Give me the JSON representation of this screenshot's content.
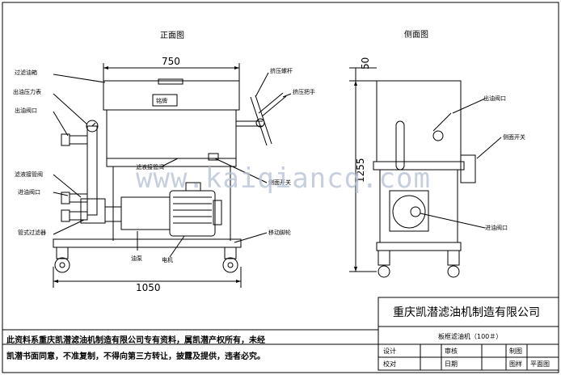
{
  "views": {
    "front_title": "正面图",
    "side_title": "侧面图"
  },
  "dimensions": {
    "width_top": "750",
    "width_bottom": "1050",
    "side_top": "50",
    "side_height": "1255"
  },
  "front_labels": {
    "filter_press": "过滤油箱",
    "oil_pressure_gauge": "出油压力表",
    "oil_outlet_valve": "出油阀口",
    "oil_return_pipe": "滤液接管阀",
    "oil_inlet_valve": "进油阀口",
    "pipe_filter": "管式过滤器",
    "press_screw": "挤压螺杆",
    "press_handle": "挤压把手",
    "drain_tray": "滤液接管阀",
    "side_switch": "侧面开关",
    "pump": "油泵",
    "motor": "电机",
    "caster": "移动脚轮",
    "nameplate": "铭牌"
  },
  "side_labels": {
    "oil_outlet": "出油阀口",
    "side_switch": "侧面开关",
    "oil_inlet": "进油阀口"
  },
  "watermark": "www.kaiqiancq.com",
  "title_block": {
    "company": "重庆凯潜滤油机制造有限公司",
    "product": "板框滤油机（100＃）",
    "design": "设计",
    "review": "审核",
    "drawing": "制图",
    "check": "校对",
    "date": "日期",
    "sheet": "图样",
    "sheet_name": "平面图"
  },
  "notice": {
    "line1": "此资料系重庆凯潜滤油机制造有限公司专有资料，属凯潜产权所有，未经",
    "line2": "凯潜书面同意，不准复制，不得向第三方转让，披露及提供，违者必究。"
  },
  "colors": {
    "line": "#000000",
    "watermark": "#b8c4d8",
    "background": "#ffffff"
  }
}
